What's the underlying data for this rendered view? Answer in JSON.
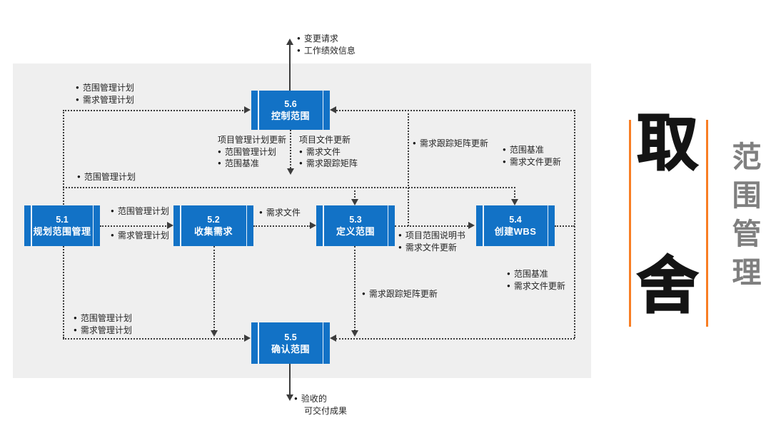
{
  "colors": {
    "blue": "#1272C6",
    "panel": "#EFEFEF",
    "line": "#3C3C3C",
    "accent": "#F87E24",
    "graytext": "#7F7F7F"
  },
  "processes": [
    {
      "id": "5.1",
      "name": "规划范围管理"
    },
    {
      "id": "5.2",
      "name": "收集需求"
    },
    {
      "id": "5.3",
      "name": "定义范围"
    },
    {
      "id": "5.4",
      "name": "创建WBS"
    },
    {
      "id": "5.5",
      "name": "确认范围"
    },
    {
      "id": "5.6",
      "name": "控制范围"
    }
  ],
  "labels": {
    "change_requests": [
      "变更请求",
      "工作绩效信息"
    ],
    "plans_to_control": [
      "范围管理计划",
      "需求管理计划"
    ],
    "pm_plan_updates": {
      "header": "项目管理计划更新",
      "items": [
        "范围管理计划",
        "范围基准"
      ]
    },
    "project_doc_updates": {
      "header": "项目文件更新",
      "items": [
        "需求文件",
        "需求跟踪矩阵"
      ]
    },
    "rtm_update_to_control": "需求跟踪矩阵更新",
    "wbs_outputs_to_control": [
      "范围基准",
      "需求文件更新"
    ],
    "scope_plan_branch": "范围管理计划",
    "plan_outputs": [
      "范围管理计划",
      "需求管理计划"
    ],
    "requirement_docs": "需求文件",
    "define_scope_outputs": [
      "项目范围说明书",
      "需求文件更新"
    ],
    "rtm_update_to_validate": "需求跟踪矩阵更新",
    "wbs_outputs_to_validate": [
      "范围基准",
      "需求文件更新"
    ],
    "plans_to_validate": [
      "范围管理计划",
      "需求管理计划"
    ],
    "accepted_deliverables": [
      "验收的",
      "可交付成果"
    ]
  },
  "side_panel": {
    "headline_chars": [
      "取",
      "舍"
    ],
    "vertical_title": "范围管理"
  }
}
